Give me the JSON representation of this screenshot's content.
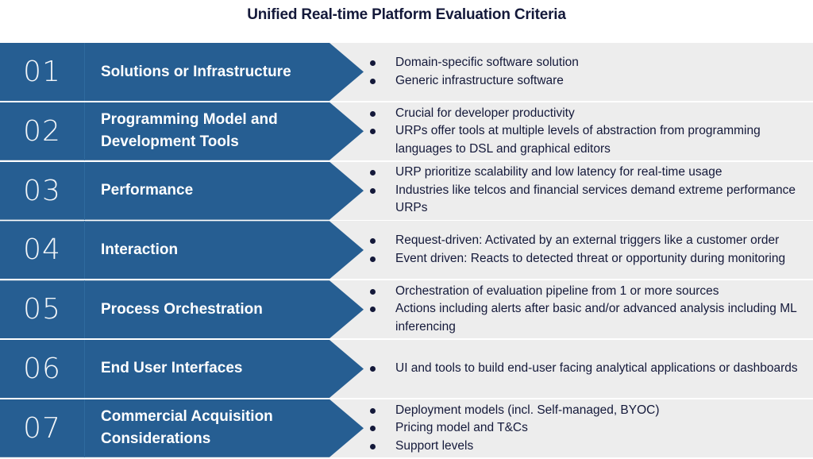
{
  "title": "Unified Real-time Platform Evaluation Criteria",
  "colors": {
    "arrow_fill": "#265e92",
    "row_background": "#ededed",
    "separator": "#ffffff",
    "title_text": "#14193a",
    "bullet_text": "#14193a"
  },
  "criteria": [
    {
      "number": "01",
      "label": "Solutions or Infrastructure",
      "bullets": [
        "Domain-specific software solution",
        "Generic infrastructure software"
      ]
    },
    {
      "number": "02",
      "label": "Programming Model and Development Tools",
      "bullets": [
        "Crucial for developer productivity",
        "URPs offer tools at multiple levels of abstraction from programming languages to DSL and graphical editors"
      ]
    },
    {
      "number": "03",
      "label": "Performance",
      "bullets": [
        "URP prioritize scalability and low latency for real-time usage",
        "Industries like telcos and financial services demand extreme performance URPs"
      ]
    },
    {
      "number": "04",
      "label": "Interaction",
      "bullets": [
        "Request-driven: Activated by an external triggers like a customer order",
        "Event driven: Reacts to detected threat or opportunity during monitoring"
      ]
    },
    {
      "number": "05",
      "label": "Process Orchestration",
      "bullets": [
        "Orchestration of evaluation pipeline from 1 or more sources",
        "Actions including alerts after basic and/or advanced analysis including ML inferencing"
      ]
    },
    {
      "number": "06",
      "label": "End User Interfaces",
      "bullets": [
        "UI and tools to build end-user facing analytical applications or dashboards"
      ]
    },
    {
      "number": "07",
      "label": "Commercial Acquisition Considerations",
      "bullets": [
        "Deployment models (incl. Self-managed, BYOC)",
        "Pricing model and T&Cs",
        "Support levels"
      ]
    }
  ]
}
